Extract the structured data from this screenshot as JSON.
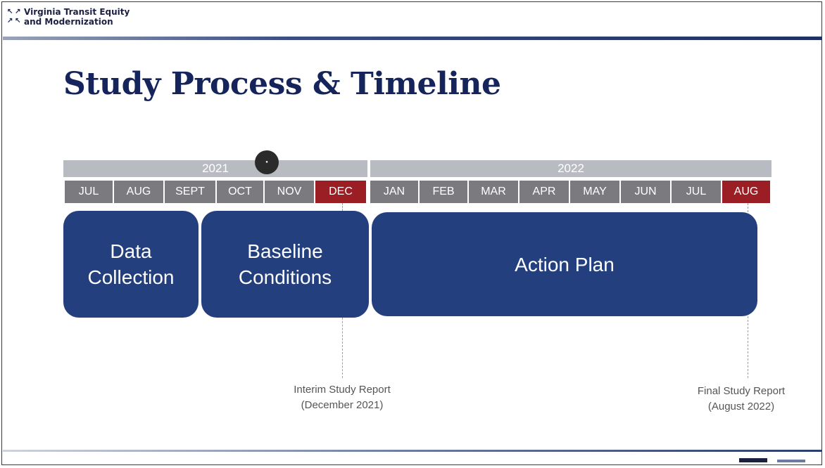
{
  "header": {
    "org_line1": "Virginia Transit Equity",
    "org_line2": "and Modernization"
  },
  "slide": {
    "title": "Study Process & Timeline"
  },
  "timeline": {
    "years": [
      "2021",
      "2022"
    ],
    "months": [
      "JUL",
      "AUG",
      "SEPT",
      "OCT",
      "NOV",
      "DEC",
      "JAN",
      "FEB",
      "MAR",
      "APR",
      "MAY",
      "JUN",
      "JUL",
      "AUG"
    ],
    "highlight_months": [
      "DEC 2021",
      "AUG 2022"
    ],
    "colors": {
      "month": "#7b7b7f",
      "highlight": "#9a1e24",
      "phase": "#233f7e",
      "title": "#16245c"
    }
  },
  "phases": [
    {
      "label": "Data\nCollection"
    },
    {
      "label": "Baseline\nConditions"
    },
    {
      "label": "Action Plan"
    }
  ],
  "milestones": [
    {
      "label": "Interim Study Report\n(December 2021)"
    },
    {
      "label": "Final Study Report\n(August 2022)"
    }
  ]
}
